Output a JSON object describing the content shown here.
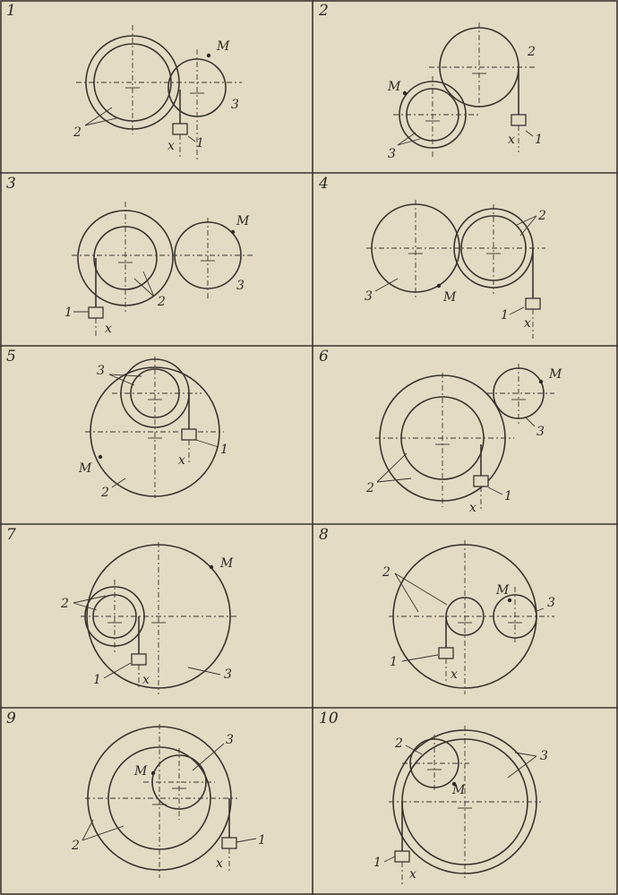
{
  "sheet": {
    "line_color": "#3a352e",
    "paper_color": "#e4dbc4"
  },
  "labels": {
    "point": "M",
    "coord": "x",
    "body1": "1",
    "body2": "2",
    "body3": "3"
  },
  "panels": [
    {
      "number": "1"
    },
    {
      "number": "2"
    },
    {
      "number": "3"
    },
    {
      "number": "4"
    },
    {
      "number": "5"
    },
    {
      "number": "6"
    },
    {
      "number": "7"
    },
    {
      "number": "8"
    },
    {
      "number": "9"
    },
    {
      "number": "10"
    }
  ]
}
